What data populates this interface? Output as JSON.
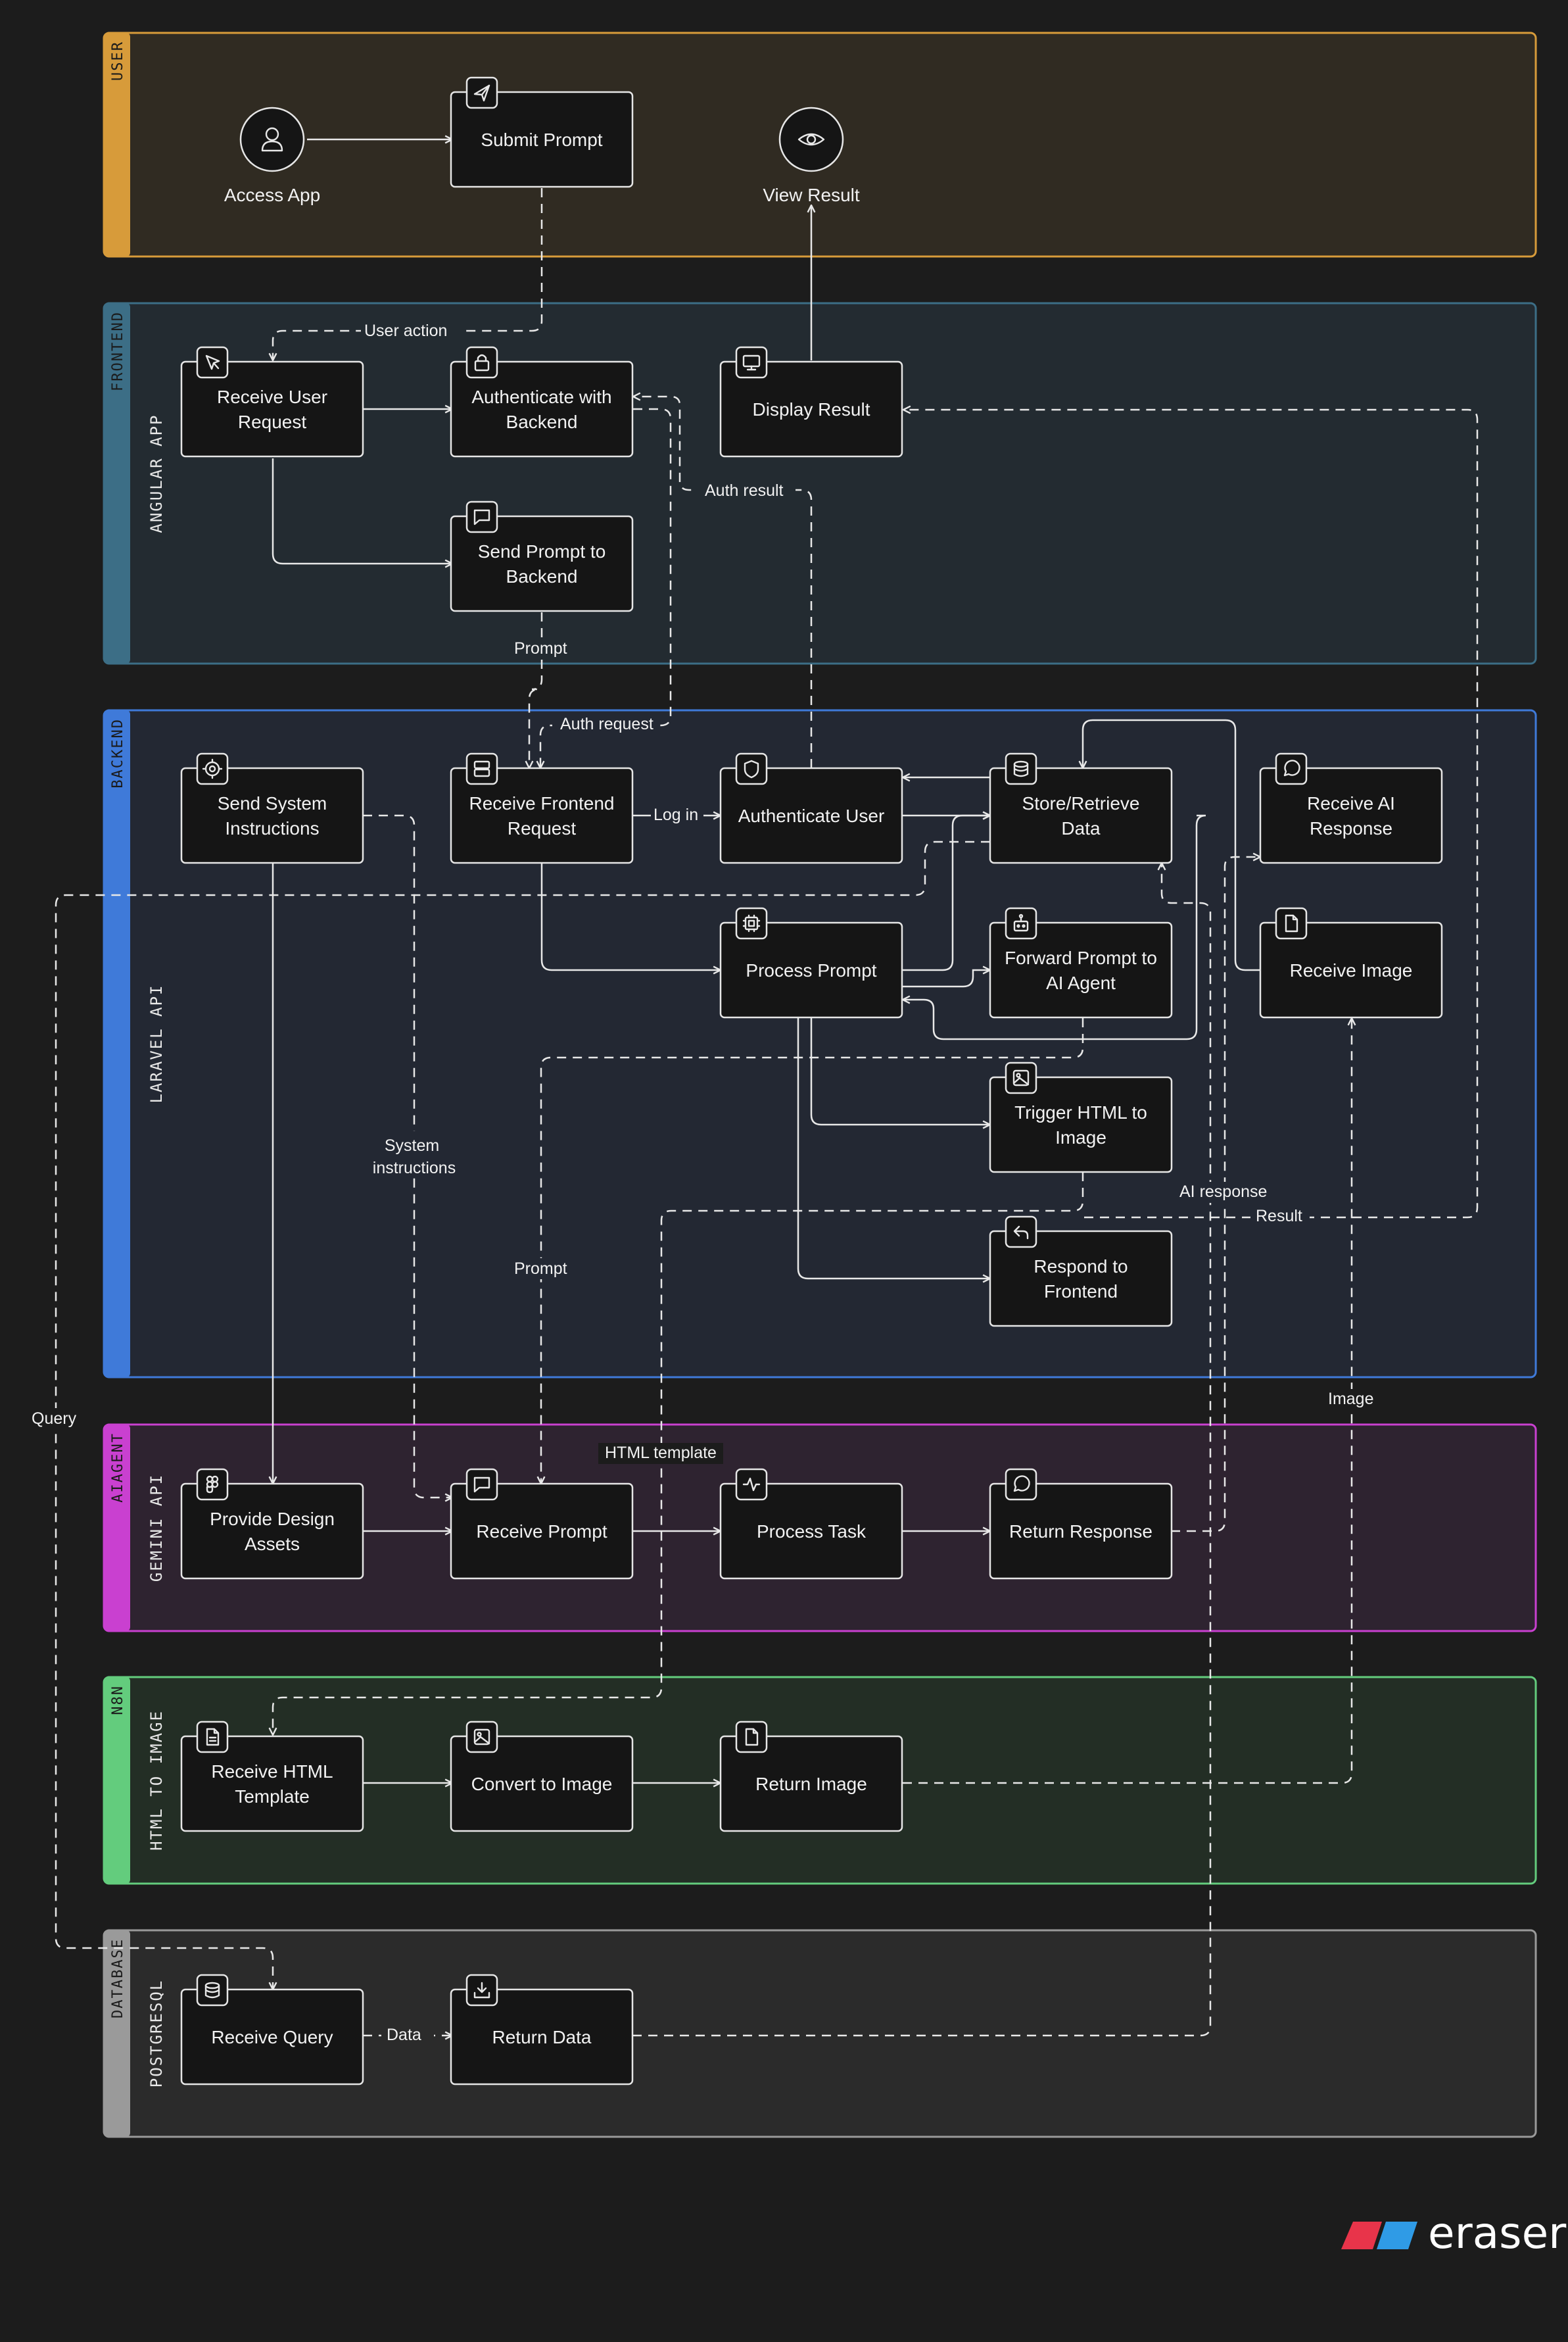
{
  "lanes": [
    {
      "id": "user",
      "title": "USER",
      "subtitle": "",
      "color": "#d79b3a",
      "fill": "#302b22"
    },
    {
      "id": "frontend",
      "title": "FRONTEND",
      "subtitle": "ANGULAR APP",
      "color": "#3c6e86",
      "fill": "#232b31"
    },
    {
      "id": "backend",
      "title": "BACKEND",
      "subtitle": "LARAVEL API",
      "color": "#3f7ad9",
      "fill": "#232833"
    },
    {
      "id": "aiagent",
      "title": "AIAGENT",
      "subtitle": "GEMINI API",
      "color": "#c940d0",
      "fill": "#2e2330"
    },
    {
      "id": "n8n",
      "title": "N8N",
      "subtitle": "HTML TO IMAGE",
      "color": "#63cc7d",
      "fill": "#232e25"
    },
    {
      "id": "database",
      "title": "DATABASE",
      "subtitle": "POSTGRESQL",
      "color": "#9a9a9a",
      "fill": "#2b2b2b"
    }
  ],
  "nodes": [
    {
      "id": "access_app",
      "label": "Access App",
      "icon": "user-icon"
    },
    {
      "id": "submit_prompt",
      "label": "Submit Prompt",
      "icon": "send-icon"
    },
    {
      "id": "view_result",
      "label": "View Result",
      "icon": "eye-icon"
    },
    {
      "id": "receive_user_request",
      "label": "Receive User Request",
      "icon": "cursor-icon"
    },
    {
      "id": "authenticate_backend",
      "label": "Authenticate with Backend",
      "icon": "lock-icon"
    },
    {
      "id": "display_result",
      "label": "Display Result",
      "icon": "monitor-icon"
    },
    {
      "id": "send_prompt_backend",
      "label": "Send Prompt to Backend",
      "icon": "message-square-icon"
    },
    {
      "id": "send_system_instructions",
      "label": "Send System Instructions",
      "icon": "gear-icon"
    },
    {
      "id": "receive_frontend_request",
      "label": "Receive Frontend Request",
      "icon": "server-icon"
    },
    {
      "id": "authenticate_user",
      "label": "Authenticate User",
      "icon": "shield-icon"
    },
    {
      "id": "store_retrieve_data",
      "label": "Store/Retrieve Data",
      "icon": "database-icon"
    },
    {
      "id": "receive_ai_response",
      "label": "Receive AI Response",
      "icon": "message-circle-icon"
    },
    {
      "id": "process_prompt",
      "label": "Process Prompt",
      "icon": "cpu-icon"
    },
    {
      "id": "forward_prompt",
      "label": "Forward Prompt to AI Agent",
      "icon": "robot-icon"
    },
    {
      "id": "receive_image",
      "label": "Receive Image",
      "icon": "file-icon"
    },
    {
      "id": "trigger_html",
      "label": "Trigger HTML to Image",
      "icon": "image-icon"
    },
    {
      "id": "respond_frontend",
      "label": "Respond to Frontend",
      "icon": "reply-icon"
    },
    {
      "id": "provide_design_assets",
      "label": "Provide Design Assets",
      "icon": "figma-icon"
    },
    {
      "id": "receive_prompt",
      "label": "Receive Prompt",
      "icon": "message-square-icon"
    },
    {
      "id": "process_task",
      "label": "Process Task",
      "icon": "activity-icon"
    },
    {
      "id": "return_response",
      "label": "Return Response",
      "icon": "message-circle-icon"
    },
    {
      "id": "receive_html_template",
      "label": "Receive HTML Template",
      "icon": "file-text-icon"
    },
    {
      "id": "convert_to_image",
      "label": "Convert to Image",
      "icon": "image-icon"
    },
    {
      "id": "return_image",
      "label": "Return Image",
      "icon": "file-icon"
    },
    {
      "id": "receive_query",
      "label": "Receive Query",
      "icon": "database-icon"
    },
    {
      "id": "return_data",
      "label": "Return Data",
      "icon": "download-icon"
    }
  ],
  "edge_labels": {
    "user_action": "User action",
    "auth_result": "Auth result",
    "prompt_1": "Prompt",
    "auth_request": "Auth request",
    "log_in": "Log in",
    "system_instructions": "System instructions",
    "prompt_2": "Prompt",
    "ai_response": "AI response",
    "result": "Result",
    "query": "Query",
    "image": "Image",
    "html_template": "HTML template",
    "data": "Data"
  },
  "brand": {
    "name": "eraser",
    "colors": [
      "#e8344a",
      "#2f9be6"
    ]
  }
}
